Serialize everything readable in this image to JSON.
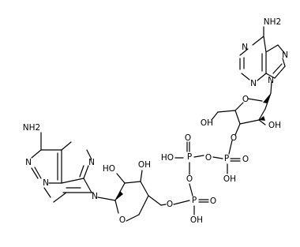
{
  "molecule": {
    "atom_labels": {
      "nh2_top": "NH2",
      "n_top_1": "N",
      "n_top_2": "N",
      "n_top_3": "N",
      "n_top_9": "N",
      "o_ring_top": "O",
      "oh_top_sugar": "OH",
      "oh_top_ch2": "OH",
      "o_link_top": "O",
      "p_right": "P",
      "o_p_right_dbl": "O",
      "oh_p_right": "OH",
      "o_bridge_1": "O",
      "p_middle": "P",
      "o_p_middle_dbl": "O",
      "oh_p_middle": "HO",
      "o_bridge_2": "O",
      "p_lower": "P",
      "o_p_lower_dbl": "O",
      "oh_p_lower": "OH",
      "o_link_bottom": "O",
      "o_ring_bottom": "O",
      "ho_bottom_1": "HO",
      "oh_bottom_2": "OH",
      "nh2_bottom": "NH2",
      "n_bottom_1": "N",
      "n_bottom_2": "N",
      "n_bottom_3": "N",
      "n_bottom_9": "N"
    }
  }
}
